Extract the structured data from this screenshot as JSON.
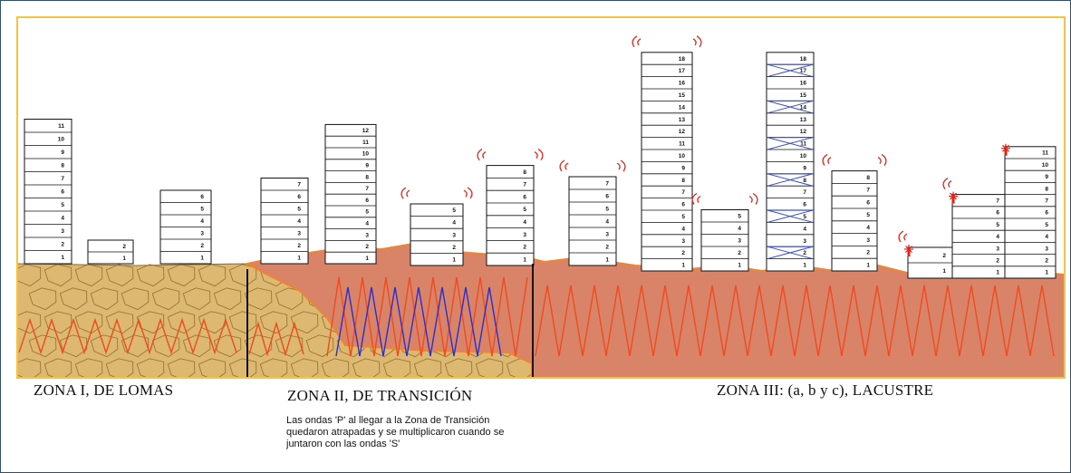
{
  "zones": {
    "zone1": "ZONA I, DE LOMAS",
    "zone2": "ZONA II, DE TRANSICIÓN",
    "zone3": "ZONA III: (a, b y c), LACUSTRE"
  },
  "note": "Las ondas 'P' al llegar a la Zona de Transición quedaron atrapadas y se multiplicaron cuando se juntaron con  las ondas 'S'",
  "buildings": [
    {
      "floors": 11,
      "vibrating": false,
      "damaged": false,
      "braced": false
    },
    {
      "floors": 2,
      "vibrating": false,
      "damaged": false,
      "braced": false
    },
    {
      "floors": 6,
      "vibrating": false,
      "damaged": false,
      "braced": false
    },
    {
      "floors": 7,
      "vibrating": false,
      "damaged": false,
      "braced": false
    },
    {
      "floors": 12,
      "vibrating": false,
      "damaged": false,
      "braced": false
    },
    {
      "floors": 5,
      "vibrating": true,
      "damaged": false,
      "braced": false
    },
    {
      "floors": 8,
      "vibrating": true,
      "damaged": false,
      "braced": false
    },
    {
      "floors": 7,
      "vibrating": true,
      "damaged": false,
      "braced": false
    },
    {
      "floors": 18,
      "vibrating": true,
      "damaged": false,
      "braced": false
    },
    {
      "floors": 5,
      "vibrating": true,
      "damaged": false,
      "braced": false
    },
    {
      "floors": 18,
      "vibrating": false,
      "damaged": false,
      "braced": true
    },
    {
      "floors": 8,
      "vibrating": true,
      "damaged": false,
      "braced": false
    },
    {
      "floors": 2,
      "vibrating": true,
      "damaged": true,
      "braced": false
    },
    {
      "floors": 7,
      "vibrating": true,
      "damaged": true,
      "braced": false
    },
    {
      "floors": 11,
      "vibrating": false,
      "damaged": true,
      "braced": false
    }
  ],
  "colors": {
    "border": "#f5c242",
    "rock": "#dcb870",
    "rock_edge": "#8f6a2d",
    "clay": "#d98468",
    "clay_edge": "#ee8530",
    "wave_s": "#f04a1f",
    "wave_p": "#2a2fcf",
    "brace": "#3b4fc8",
    "vibration": "#e2231a"
  }
}
